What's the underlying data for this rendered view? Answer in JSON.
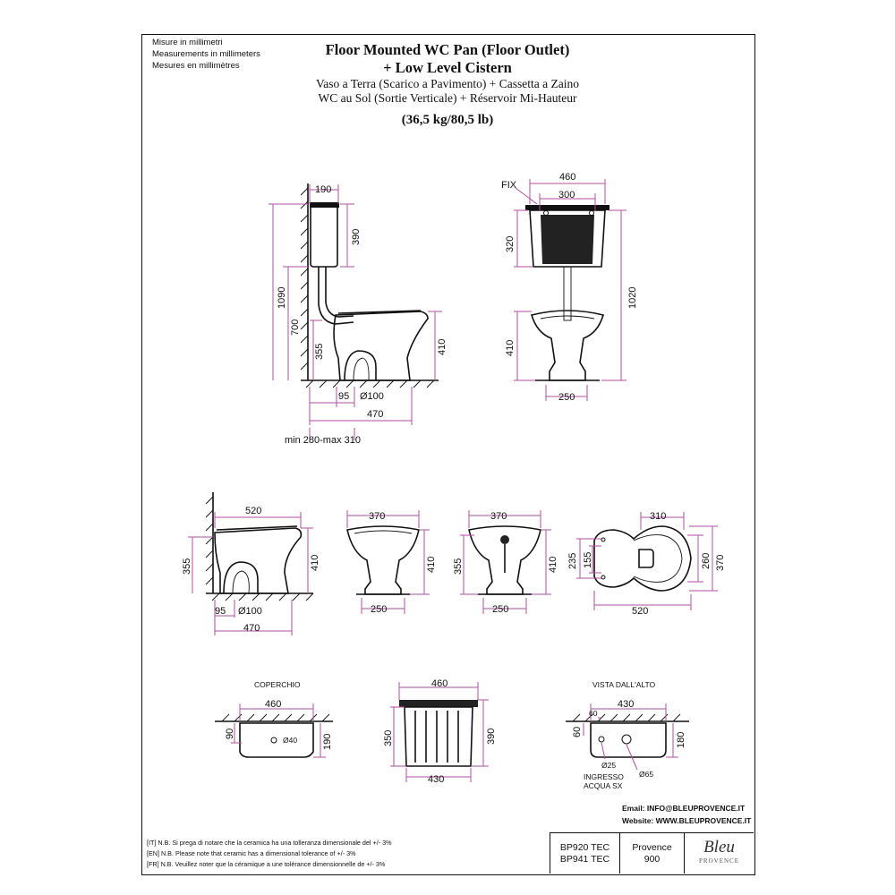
{
  "units": [
    "Misure in millimetri",
    "Measurements in millimeters",
    "Mesures en millimètres"
  ],
  "title": {
    "line1": "Floor Mounted WC Pan (Floor Outlet)",
    "line2": "+ Low Level Cistern",
    "it": "Vaso a Terra (Scarico a Pavimento) + Cassetta a Zaino",
    "fr": "WC au Sol (Sortie Verticale) + Réservoir Mi-Hauteur",
    "weight": "(36,5 kg/80,5 lb)"
  },
  "views": {
    "side": {
      "d190": "190",
      "d390": "390",
      "d1090": "1090",
      "d700": "700",
      "d355": "355",
      "d410": "410",
      "d95": "95",
      "d100": "Ø100",
      "d470": "470",
      "minmax": "min 280-max 310"
    },
    "front": {
      "fix": "FIX",
      "d460": "460",
      "d300": "300",
      "d320": "320",
      "d1020": "1020",
      "d410": "410",
      "d250": "250"
    },
    "pan_side": {
      "d520": "520",
      "d355": "355",
      "d410": "410",
      "d95": "95",
      "d100": "Ø100",
      "d470": "470"
    },
    "pan_front": {
      "d370": "370",
      "d410": "410",
      "d250": "250"
    },
    "pan_back": {
      "d370": "370",
      "d355": "355",
      "d410": "410",
      "d250": "250"
    },
    "pan_top": {
      "d310": "310",
      "d235": "235",
      "d155": "155",
      "d260": "260",
      "d370": "370",
      "d520": "520"
    },
    "lid": {
      "label": "COPERCHIO",
      "d460": "460",
      "d90": "90",
      "d40": "Ø40",
      "d190": "190"
    },
    "cistern": {
      "d460": "460",
      "d350": "350",
      "d390": "390",
      "d430": "430"
    },
    "top": {
      "label": "VISTA DALL'ALTO",
      "d430": "430",
      "d60a": "60",
      "d60b": "60",
      "d180": "180",
      "d25": "Ø25",
      "d65": "Ø65",
      "inlet1": "INGRESSO",
      "inlet2": "ACQUA SX"
    }
  },
  "contact": {
    "email": "Email: INFO@BLEUPROVENCE.IT",
    "website": "Website: WWW.BLEUPROVENCE.IT"
  },
  "notes": [
    "[IT] N.B. Si prega di notare che la ceramica ha una tolleranza dimensionale del +/- 3%",
    "[EN] N.B. Please note that ceramic has a dimensional tolerance of +/- 3%",
    "[FR] N.B. Veuillez noter que la céramique a une tolérance dimensionnelle de +/- 3%"
  ],
  "titleblock": {
    "code1": "BP920 TEC",
    "code2": "BP941 TEC",
    "series1": "Provence",
    "series2": "900",
    "logo": "Bleu",
    "logo_sub": "PROVENCE"
  }
}
